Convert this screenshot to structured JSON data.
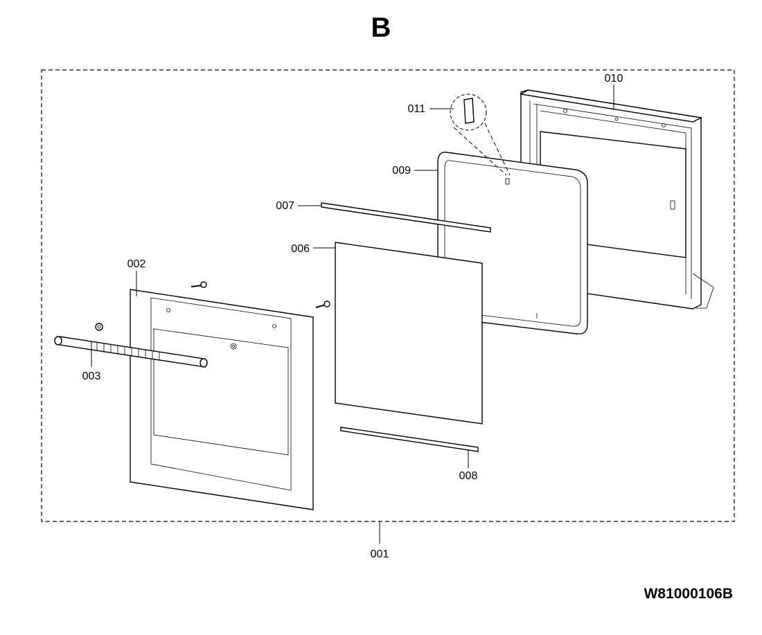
{
  "title": "B",
  "document_code": "W81000106B",
  "callouts": {
    "p001": "001",
    "p002": "002",
    "p003": "003",
    "p006": "006",
    "p007": "007",
    "p008": "008",
    "p009": "009",
    "p010": "010",
    "p011": "011"
  }
}
